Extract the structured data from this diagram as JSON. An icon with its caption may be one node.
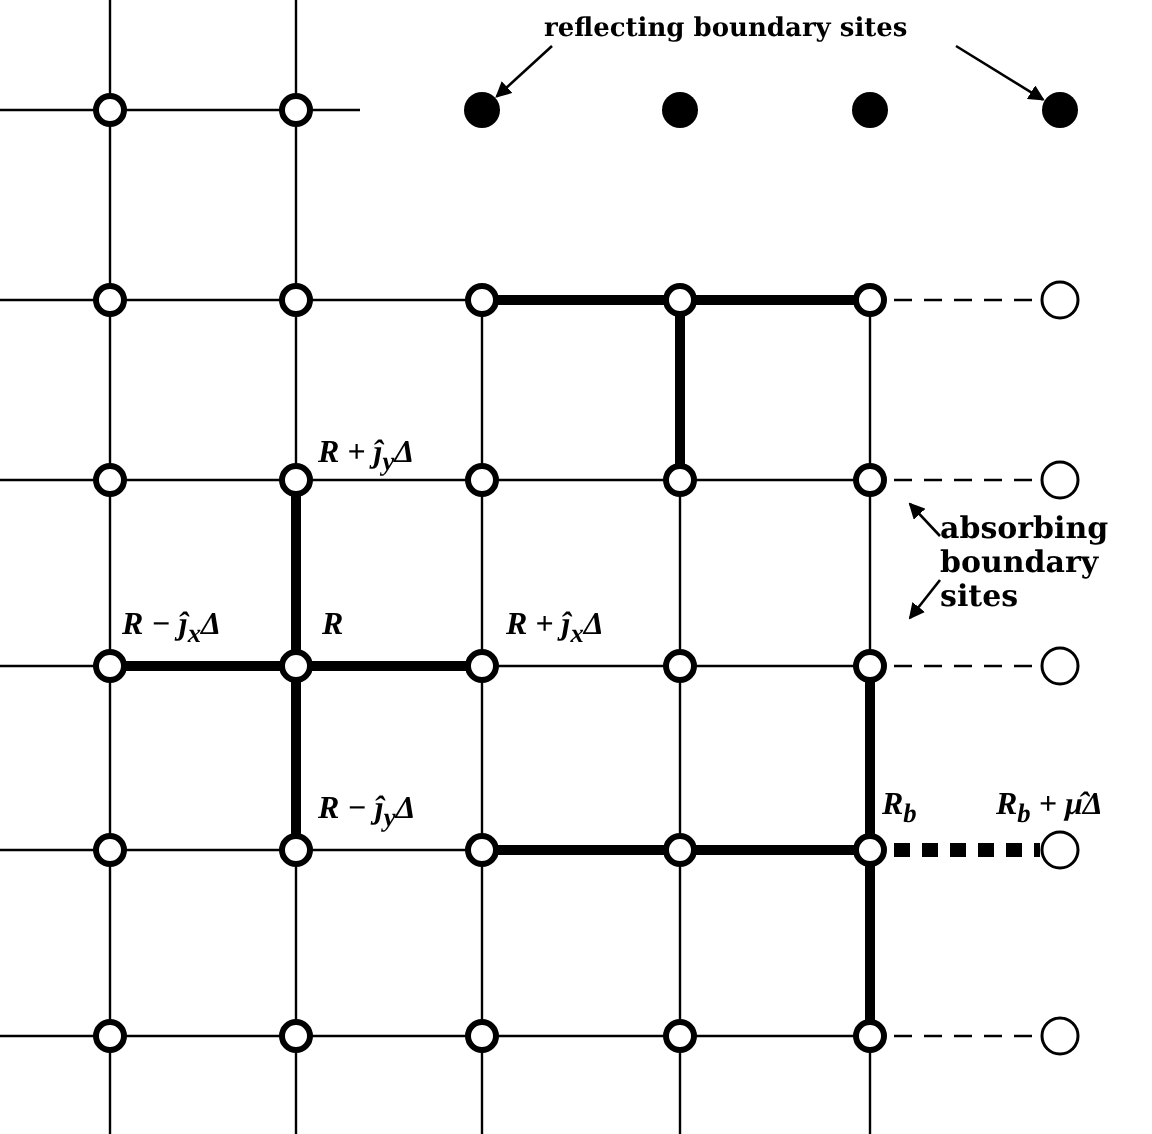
{
  "diagram": {
    "nodes": [
      {
        "text": [
          "reflecting boundary sites"
        ]
      },
      {
        "text": [],
        "shape": "circle"
      },
      {
        "text": [],
        "shape": "circle"
      },
      {
        "text": [],
        "shape": "circle"
      },
      {
        "text": [],
        "shape": "circle"
      },
      {
        "text": [
          "absorbing boundary sites"
        ]
      }
    ],
    "edges": [
      {
        "from": 0,
        "to": 1,
        "arrow": "to"
      },
      {
        "from": 0,
        "to": 4,
        "arrow": "to"
      },
      {
        "from": 5,
        "to": null,
        "arrow": "to"
      },
      {
        "from": 5,
        "to": null,
        "arrow": "to"
      }
    ],
    "labels": [
      "R + ĵ$_{y}$Δ",
      "R − ĵ$_{x}$Δ",
      "R",
      "R + ĵ$_{x}$Δ",
      "R − ĵ$_{y}$Δ",
      "R$_{b}$",
      "R$_{b}$ + μ̂Δ"
    ]
  }
}
